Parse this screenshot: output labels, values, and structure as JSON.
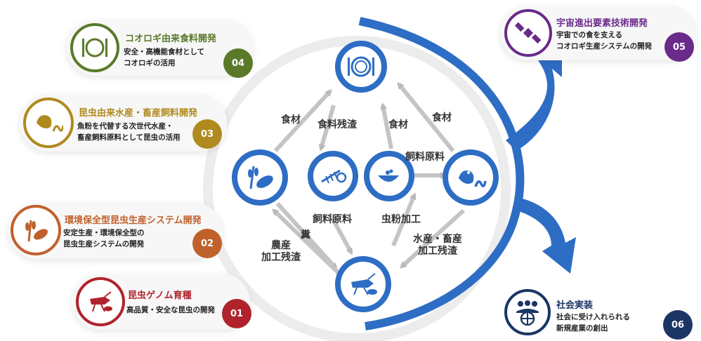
{
  "colors": {
    "green": "#5a7a2a",
    "olive": "#b08a1e",
    "orange": "#c0612c",
    "red": "#b0232c",
    "purple": "#6a2a8a",
    "navy": "#1b3565",
    "blue": "#2e6dc4"
  },
  "items": {
    "i04": {
      "title": "コオロギ由来食料開発",
      "desc": "安全・高機能食材として\nコオロギの活用",
      "num": "04",
      "icon": "plate-fork-knife-icon"
    },
    "i03": {
      "title": "昆虫由来水産・畜産飼料開発",
      "desc": "魚粉を代替する次世代水産・\n畜産飼料原料として昆虫の活用",
      "num": "03",
      "icon": "chicken-worm-icon"
    },
    "i02": {
      "title": "環境保全型昆虫生産システム開発",
      "desc": "安定生産・環境保全型の\n昆虫生産システムの開発",
      "num": "02",
      "icon": "grain-beans-icon"
    },
    "i01": {
      "title": "昆虫ゲノム育種",
      "desc": "高品質・安全な昆虫の開発",
      "num": "01",
      "icon": "cricket-icon"
    },
    "i05": {
      "title": "宇宙進出要素技術開発",
      "desc": "宇宙での食を支える\nコオロギ生産システムの開発",
      "num": "05",
      "icon": "satellite-icon"
    },
    "i06": {
      "title": "社会実装",
      "desc": "社会に受け入れられる\n新規産業の創出",
      "num": "06",
      "icon": "people-globe-icon"
    }
  },
  "cycle": {
    "l1": "食材",
    "l2": "食料残渣",
    "l3": "食材",
    "l4": "食材",
    "l5": "飼料原料",
    "l6": "飼料原料",
    "l7": "虫粉加工",
    "l8": "糞",
    "l9": "農産\n加工残渣",
    "l10": "水産・畜産\n加工残渣"
  }
}
